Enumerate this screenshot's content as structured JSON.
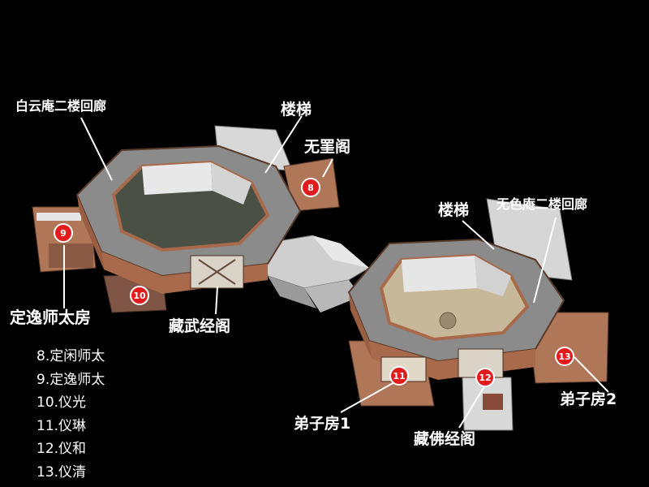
{
  "labels": {
    "left_corridor": "白云庵二楼回廊",
    "left_stairs": "楼梯",
    "wuxing_pavilion": "无罣阁",
    "right_stairs": "楼梯",
    "right_corridor": "无色庵二楼回廊",
    "dingyi_room": "定逸师太房",
    "wu_library": "藏武经阁",
    "disciple_room_1": "弟子房1",
    "disciple_room_2": "弟子房2",
    "buddha_library": "藏佛经阁"
  },
  "markers": [
    "8",
    "9",
    "10",
    "11",
    "12",
    "13"
  ],
  "legend": [
    "8.定闲师太",
    "9.定逸师太",
    "10.仪光",
    "11.仪琳",
    "12.仪和",
    "13.仪清"
  ],
  "colors": {
    "background": "#000000",
    "marker": "#e21c1c",
    "wall": "#a86a4a",
    "roof": "#dcdcdc",
    "floor_stone": "#8d8f8c"
  }
}
